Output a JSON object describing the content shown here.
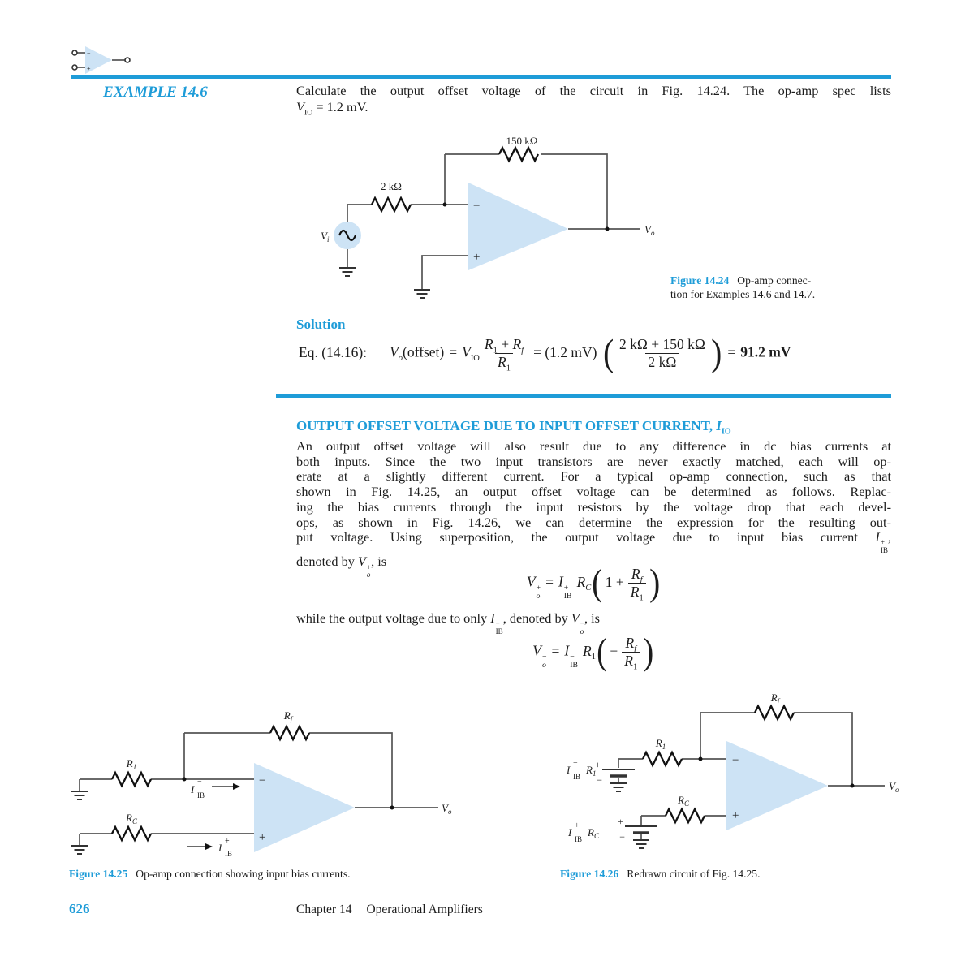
{
  "colors": {
    "accent_blue": "#1e9cd8",
    "opamp_fill": "#cde3f5",
    "text": "#1c1c1c"
  },
  "example": {
    "label": "EXAMPLE 14.6"
  },
  "intro": {
    "line1": "Calculate the output offset voltage of the circuit in Fig. 14.24. The op-amp spec lists",
    "v": "V",
    "v_sub": "IO",
    "rest": " = 1.2 mV."
  },
  "fig24": {
    "rf_label": "150 kΩ",
    "r1_label": "2 kΩ",
    "vi": "V",
    "vi_sub": "i",
    "vo": "V",
    "vo_sub": "o",
    "minus": "−",
    "plus": "+",
    "caption_tag": "Figure 14.24",
    "caption_line1": "Op-amp connec-",
    "caption_line2": "tion for Examples 14.6 and 14.7."
  },
  "solution": {
    "heading": "Solution",
    "eq_label": "Eq. (14.16):",
    "v": "V",
    "v_sub": "o",
    "offset": "(offset)",
    "eq1": "=",
    "vio": "V",
    "vio_sub": "IO",
    "f1_r1": "R",
    "f1_r1_sub": "1",
    "f1_plus": " + ",
    "f1_rf": "R",
    "f1_rf_sub": "f",
    "f1_den": "R",
    "f1_den_sub": "1",
    "factor": "= (1.2 mV)",
    "f2_num": "2 kΩ + 150 kΩ",
    "f2_den": "2 kΩ",
    "eq2": "=",
    "result": "91.2 mV",
    "lp": "(",
    "rp": ")"
  },
  "section": {
    "heading_pre": "OUTPUT OFFSET VOLTAGE DUE TO INPUT OFFSET CURRENT, ",
    "heading_i": "I",
    "heading_i_sub": "IO"
  },
  "para": {
    "l1": "An output offset voltage will also result due to any difference in dc bias currents at",
    "l2": "both inputs. Since the two input transistors are never exactly matched, each will op-",
    "l3": "erate at a slightly different current. For a typical op-amp connection, such as that",
    "l4": "shown in Fig. 14.25, an output offset voltage can be determined as follows. Replac-",
    "l5": "ing the bias currents through the input resistors by the voltage drop that each devel-",
    "l6": "ops, as shown in Fig. 14.26, we can determine the expression for the resulting out-",
    "l7_pre": "put voltage. Using superposition, the output voltage due to input bias current ",
    "l7_i": "I",
    "l7_i_sup": "+",
    "l7_i_sub": "IB",
    "l7_post": ",",
    "l8_pre": "denoted by ",
    "l8_v": "V",
    "l8_v_sup": "+",
    "l8_v_sub": "o",
    "l8_post": ", is"
  },
  "eq_plus": {
    "v": "V",
    "v_sup": "+",
    "v_sub": "o",
    "eq": "=",
    "i": "I",
    "i_sup": "+",
    "i_sub": "IB",
    "rc": "R",
    "rc_sub": "C",
    "lp": "(",
    "one": "1 +",
    "num_r": "R",
    "num_sub": "f",
    "den_r": "R",
    "den_sub": "1",
    "rp": ")"
  },
  "mid_text": {
    "pre": "while the output voltage due to only ",
    "i": "I",
    "i_sup": "−",
    "i_sub": "IB",
    "mid": ", denoted by ",
    "v": "V",
    "v_sup": "−",
    "v_sub": "o",
    "post": ", is"
  },
  "eq_minus": {
    "v": "V",
    "v_sup": "−",
    "v_sub": "o",
    "eq": "=",
    "i": "I",
    "i_sup": "−",
    "i_sub": "IB",
    "r": "R",
    "r_sub": "1",
    "lp": "(",
    "neg": "−",
    "num_r": "R",
    "num_sub": "f",
    "den_r": "R",
    "den_sub": "1",
    "rp": ")"
  },
  "fig25": {
    "rf": "R",
    "rf_sub": "f",
    "r1": "R",
    "r1_sub": "1",
    "rc": "R",
    "rc_sub": "C",
    "ib_minus_i": "I",
    "ib_minus_sup": "−",
    "ib_minus_sub": "IB",
    "ib_plus_i": "I",
    "ib_plus_sup": "+",
    "ib_plus_sub": "IB",
    "vo": "V",
    "vo_sub": "o",
    "minus": "−",
    "plus": "+",
    "caption_tag": "Figure 14.25",
    "caption_text": "Op-amp connection showing input bias currents."
  },
  "fig26": {
    "rf": "R",
    "rf_sub": "f",
    "r1": "R",
    "r1_sub": "1",
    "rc": "R",
    "rc_sub": "C",
    "src1_i": "I",
    "src1_sup": "−",
    "src1_sub": "IB",
    "src1_r": "R",
    "src1_r_sub": "1",
    "src2_i": "I",
    "src2_sup": "+",
    "src2_sub": "IB",
    "src2_r": "R",
    "src2_r_sub": "C",
    "bat1_plus": "+",
    "bat1_minus": "−",
    "bat2_plus": "+",
    "bat2_minus": "−",
    "vo": "V",
    "vo_sub": "o",
    "minus": "−",
    "plus": "+",
    "caption_tag": "Figure 14.26",
    "caption_text": "Redrawn circuit of Fig. 14.25."
  },
  "footer": {
    "page_number": "626",
    "chapter_label": "Chapter 14",
    "chapter_title": "Operational Amplifiers"
  }
}
